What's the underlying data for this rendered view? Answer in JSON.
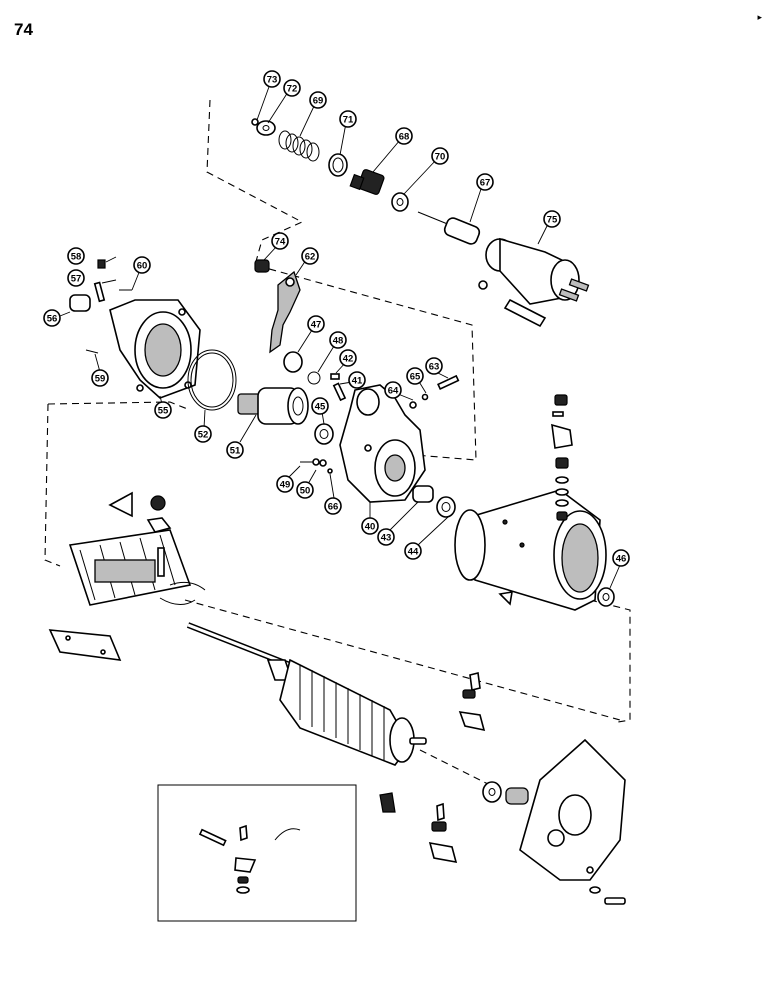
{
  "page": {
    "number": "74",
    "corner_mark": "▸"
  },
  "callouts": [
    "73",
    "72",
    "69",
    "71",
    "68",
    "70",
    "67",
    "75",
    "74",
    "62",
    "58",
    "60",
    "57",
    "56",
    "59",
    "55",
    "52",
    "47",
    "48",
    "42",
    "41",
    "45",
    "51",
    "64",
    "65",
    "63",
    "49",
    "50",
    "66",
    "40",
    "43",
    "44",
    "46"
  ],
  "colors": {
    "ink": "#000000",
    "paper": "#ffffff",
    "shading": "#bdbdbd"
  }
}
